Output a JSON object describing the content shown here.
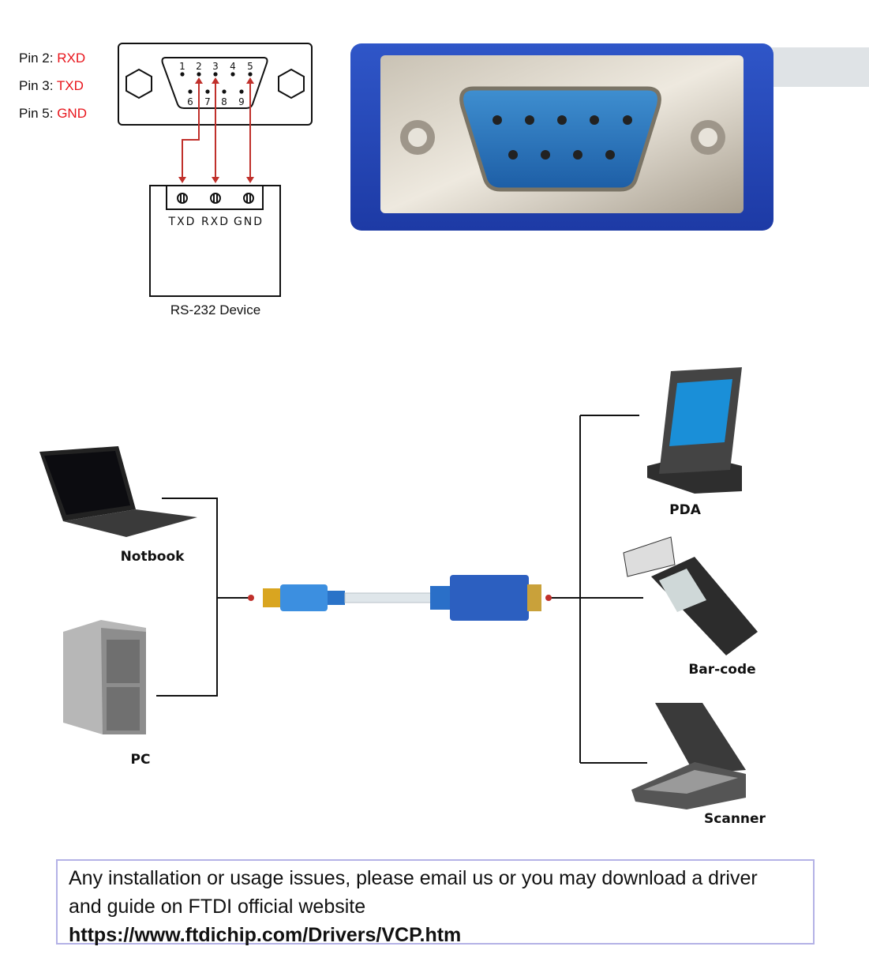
{
  "pinout": {
    "pins": [
      {
        "label": "Pin 2: ",
        "signal": "RXD"
      },
      {
        "label": "Pin 3: ",
        "signal": "TXD"
      },
      {
        "label": "Pin 5: ",
        "signal": "GND"
      }
    ],
    "db9_numbers_top": [
      "1",
      "2",
      "3",
      "4",
      "5"
    ],
    "db9_numbers_bottom": [
      "6",
      "7",
      "8",
      "9"
    ],
    "terminals": [
      "TXD",
      "RXD",
      "GND"
    ],
    "device_label": "RS-232 Device",
    "colors": {
      "wire": "#c0302b",
      "signal_text": "#e8141b"
    }
  },
  "connection_diagram": {
    "left_devices": [
      "Notbook",
      "PC"
    ],
    "right_devices": [
      "PDA",
      "Bar-code",
      "Scanner"
    ]
  },
  "note": {
    "line1": "Any installation or usage issues, please email us or you may download a driver",
    "line2": "and guide on FTDI official website",
    "url": "https://www.ftdichip.com/Drivers/VCP.htm"
  }
}
